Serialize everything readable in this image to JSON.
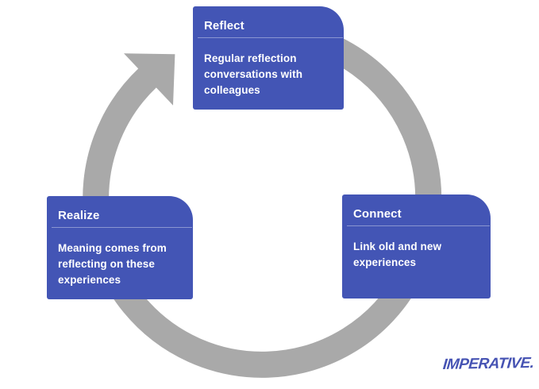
{
  "diagram": {
    "type": "cycle",
    "direction": "clockwise",
    "nodes": [
      {
        "id": "reflect",
        "title": "Reflect",
        "description": "Regular reflection\nconversations with\ncolleagues"
      },
      {
        "id": "connect",
        "title": "Connect",
        "description": "Link old and new\nexperiences"
      },
      {
        "id": "realize",
        "title": "Realize",
        "description": "Meaning comes from\nreflecting on these\nexperiences"
      }
    ],
    "colors": {
      "card_background": "#4355b5",
      "card_text": "#ffffff",
      "card_divider": "rgba(255,255,255,0.38)",
      "arrow": "#a9a9a9",
      "logo": "#4653b3",
      "background": "#ffffff"
    }
  },
  "branding": {
    "logo_text": "IMPERATIVE."
  }
}
